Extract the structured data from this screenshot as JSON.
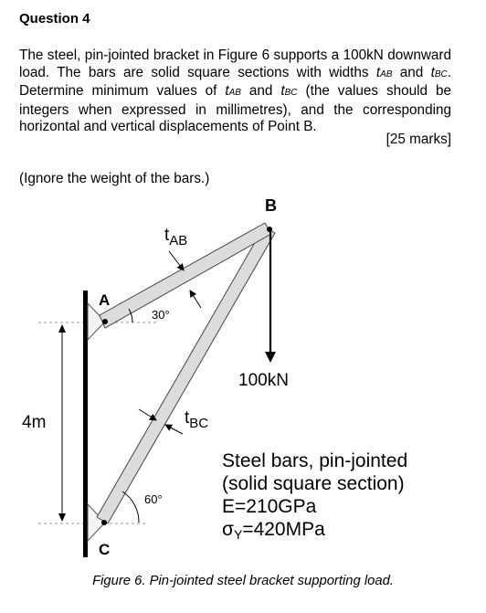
{
  "question": {
    "heading": "Question 4",
    "para1": "The steel, pin-jointed bracket in Figure 6 supports a 100kN downward load. The bars are solid square sections with widths ",
    "t_ab": "t",
    "t_ab_sub": "AB",
    "para2": " and ",
    "t_bc": "t",
    "t_bc_sub": "BC",
    "para3": ". Determine minimum values of ",
    "para4": " and ",
    "para5": " (the values should be integers when expressed in millimetres), and the corresponding horizontal and vertical displacements of Point B.",
    "marks": "[25 marks]",
    "ignore": "(Ignore the weight of the bars.)"
  },
  "figure": {
    "label_a": "A",
    "label_b": "B",
    "label_c": "C",
    "label_tab_t": "t",
    "label_tab_sub": "AB",
    "label_tbc_t": "t",
    "label_tbc_sub": "BC",
    "angle_a": "30°",
    "angle_c": "60°",
    "height": "4m",
    "load": "100kN",
    "props": {
      "line1": "Steel bars, pin-jointed",
      "line2": "(solid square section)",
      "line3": "E=210GPa",
      "line4_sigma": "σ",
      "line4_sub": "Y",
      "line4_rest": "=420MPa"
    },
    "caption": "Figure 6. Pin-jointed steel bracket supporting load."
  }
}
